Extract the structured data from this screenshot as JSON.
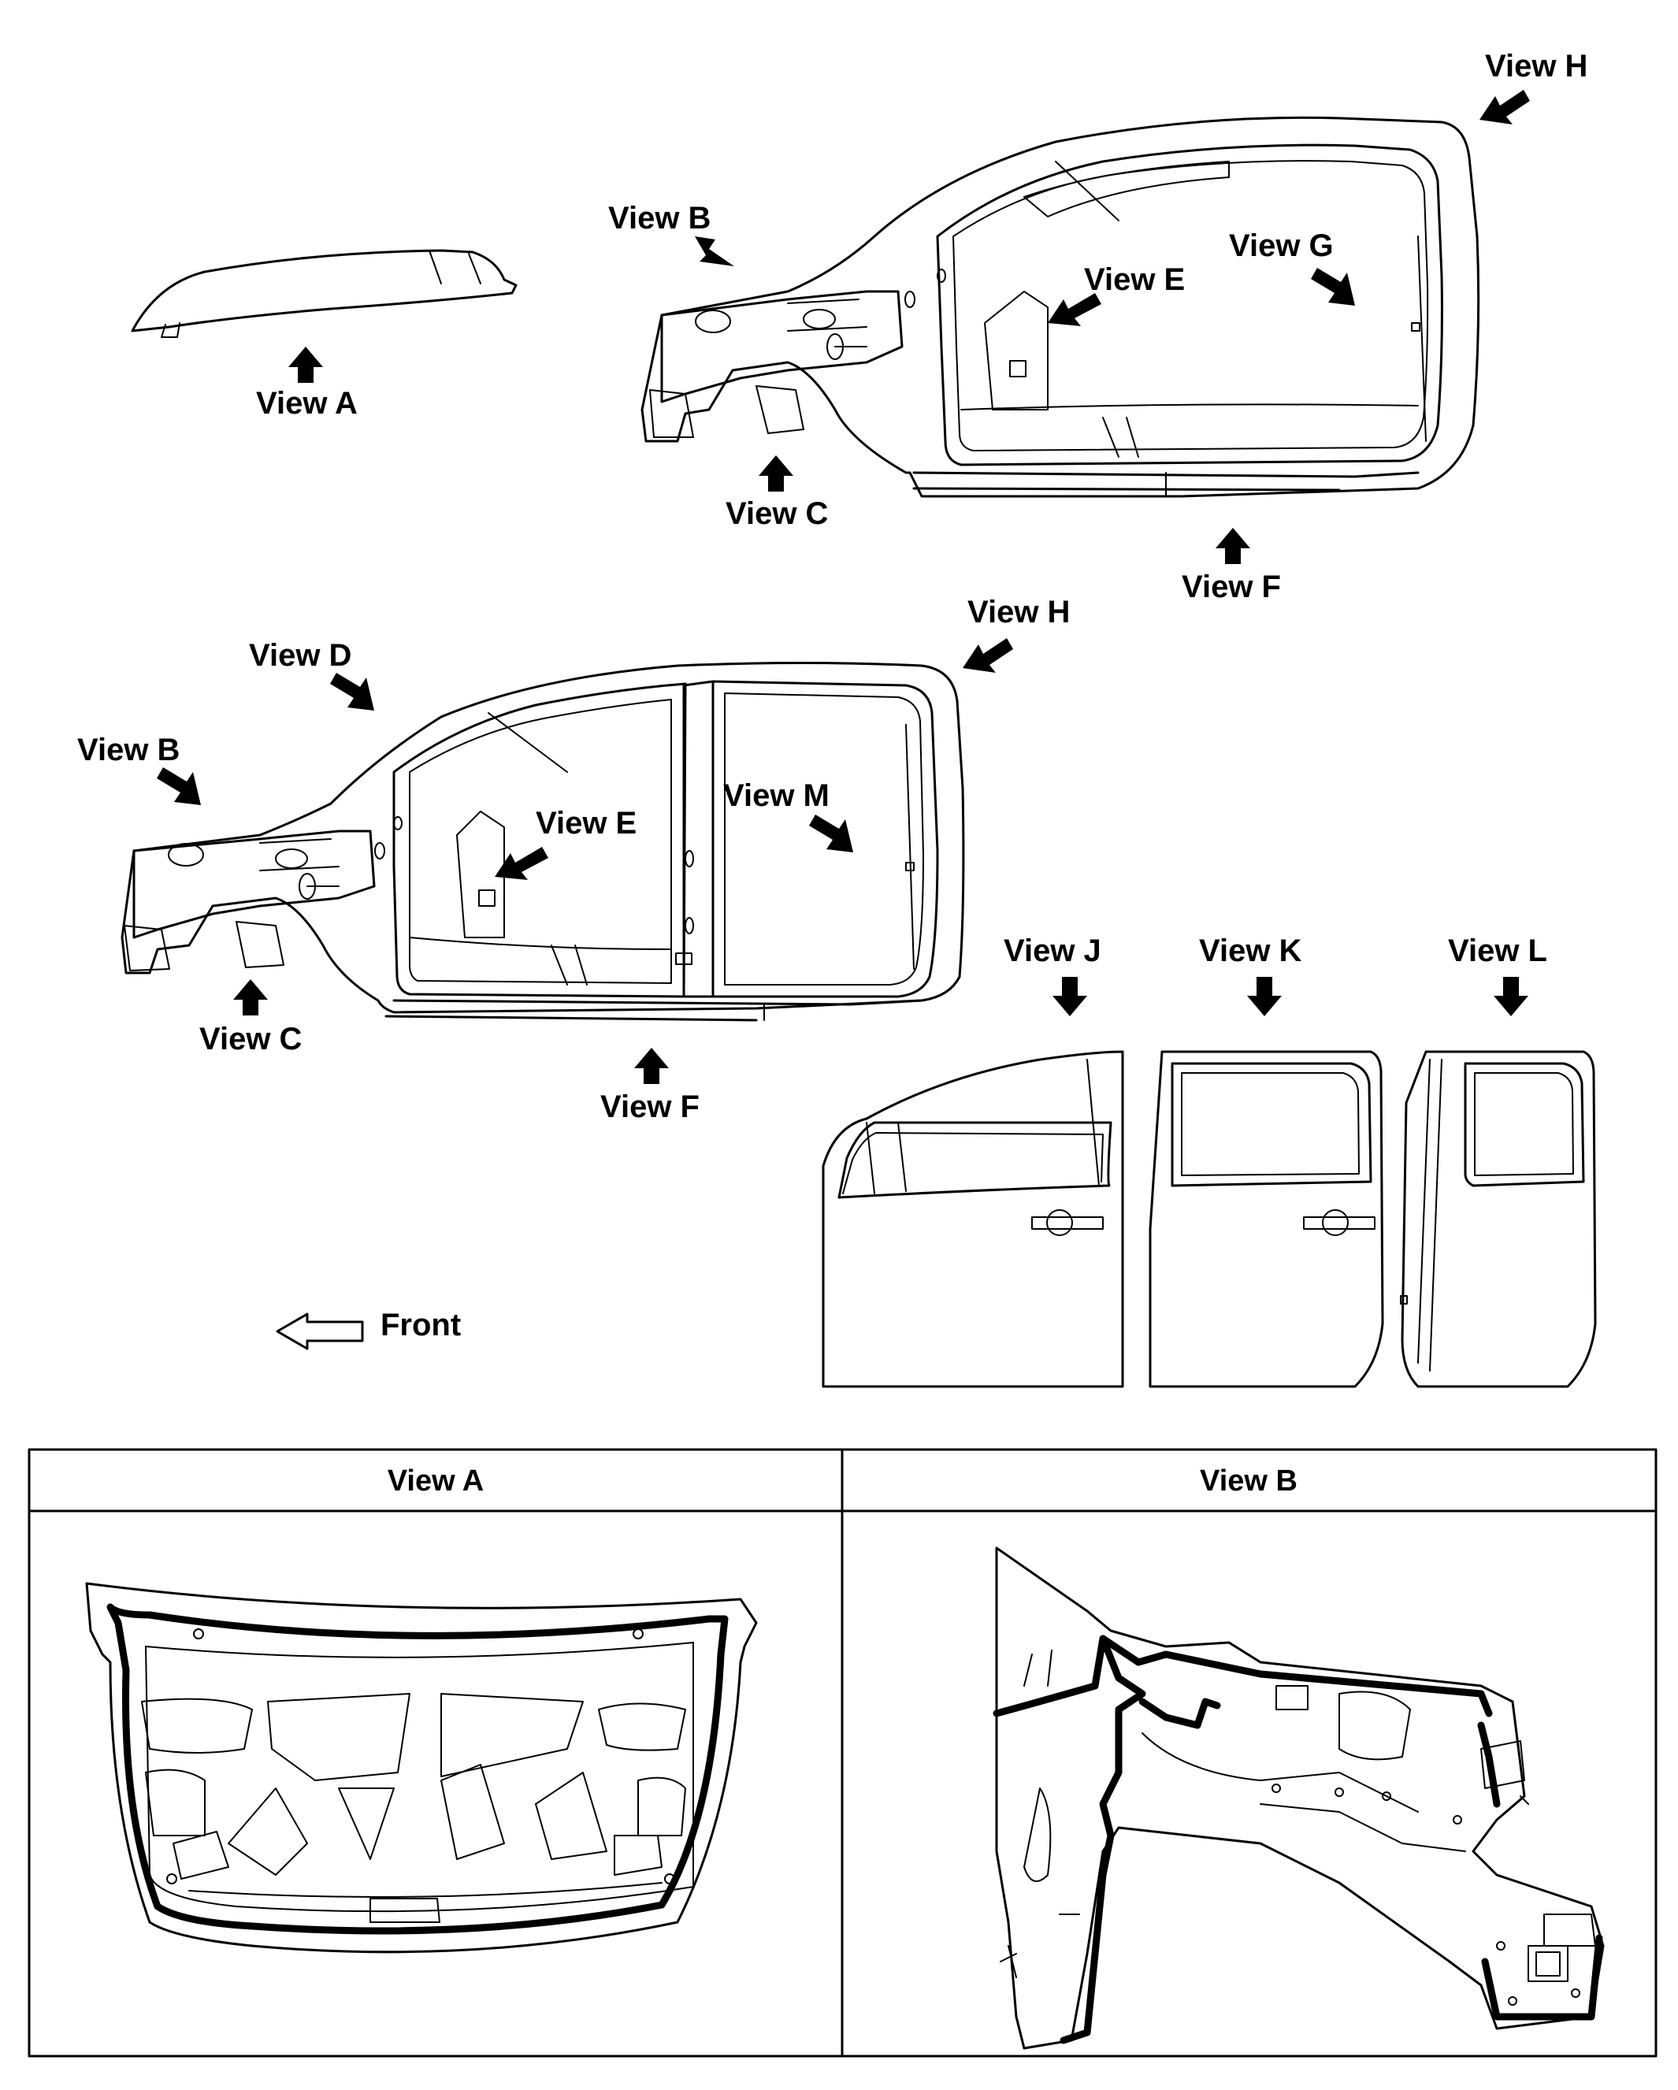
{
  "labels": {
    "view_a": "View A",
    "view_b": "View B",
    "view_c": "View C",
    "view_d": "View D",
    "view_e": "View E",
    "view_f": "View F",
    "view_g": "View G",
    "view_h": "View H",
    "view_j": "View J",
    "view_k": "View K",
    "view_l": "View L",
    "view_m": "View M",
    "front": "Front"
  },
  "table": {
    "headers": [
      "View A",
      "View B"
    ]
  },
  "icons": {
    "view_arrow": "filled-arrow-icon",
    "front_arrow": "outline-arrow-left-icon"
  }
}
